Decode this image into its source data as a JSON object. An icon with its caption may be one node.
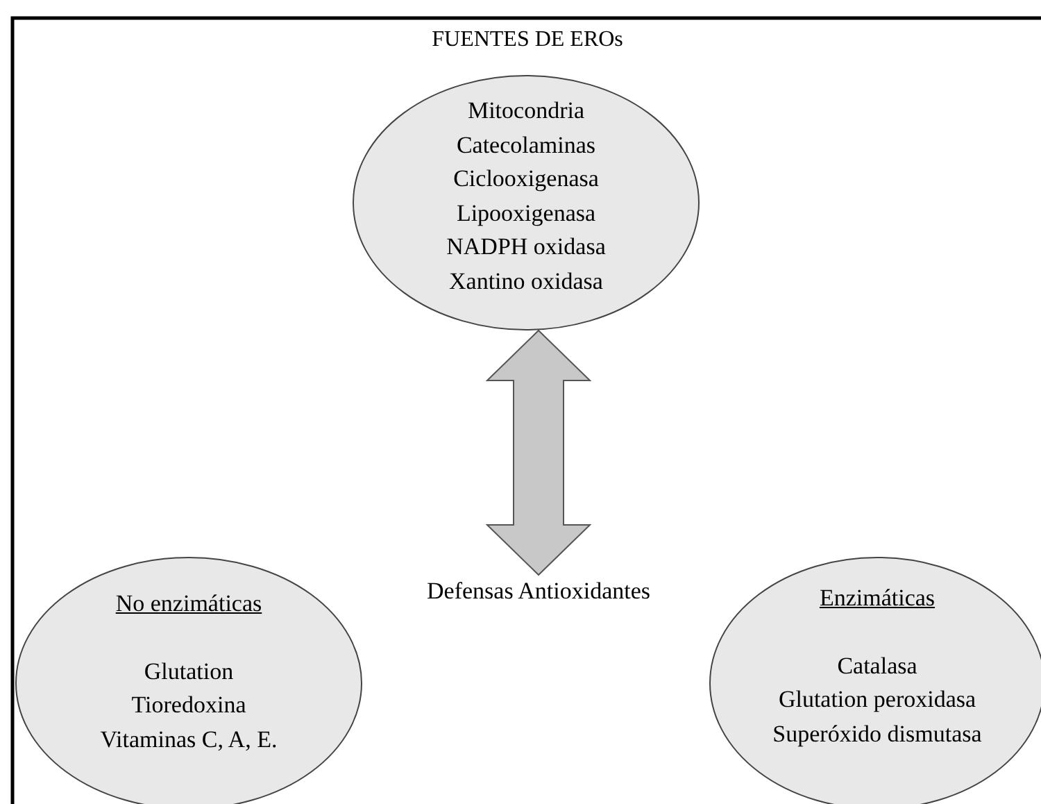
{
  "diagram": {
    "title": "FUENTES DE EROs",
    "nodes": [
      {
        "text": [
          "Mitocondria",
          "Catecolaminas",
          "Ciclooxigenasa",
          "Lipooxigenasa",
          "NADPH oxidasa",
          "Xantino oxidasa"
        ]
      },
      {
        "text": [
          "Defensas Antioxidantes"
        ]
      },
      {
        "text": [
          "No enzimáticas",
          "Glutation",
          "Tioredoxina",
          "Vitaminas C, A, E."
        ]
      },
      {
        "text": [
          "Enzimáticas",
          "Catalasa",
          "Glutation peroxidasa",
          "Superóxido dismutasa"
        ]
      }
    ],
    "edges": [
      {
        "from": 0,
        "to": 1,
        "arrow": "both",
        "style": "thick"
      }
    ]
  }
}
